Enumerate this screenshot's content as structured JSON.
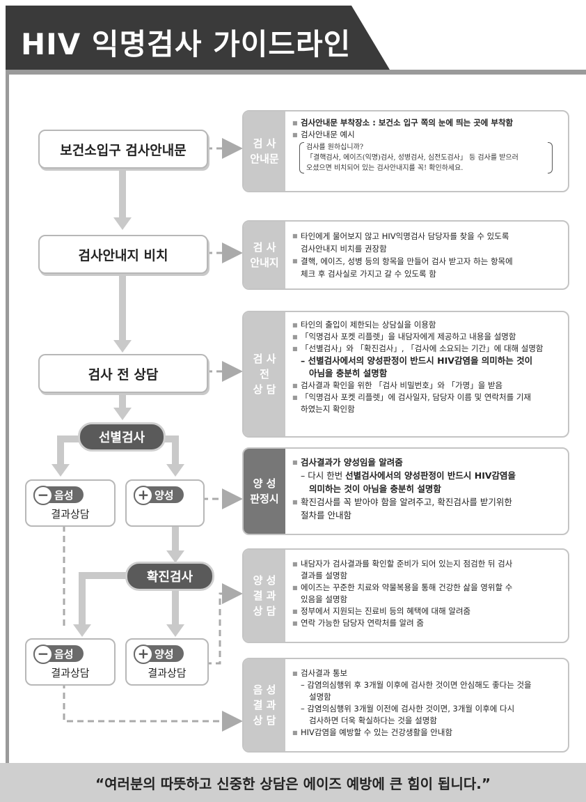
{
  "title": "HIV 익명검사 가이드라인",
  "colors": {
    "banner": "#3a3a3a",
    "accent_gray": "#9a9a9a",
    "side_light": "#c9c9c9",
    "side_dark": "#777777"
  },
  "flow": {
    "step1": "보건소입구 검사안내문",
    "step2": "검사안내지 비치",
    "step3": "검사 전 상담",
    "screening": "선별검사",
    "confirm": "확진검사",
    "neg1_tag": "음성",
    "neg1_label": "결과상담",
    "pos1_tag": "양성",
    "neg2_tag": "음성",
    "neg2_label": "결과상담",
    "pos2_tag": "양성",
    "pos2_label": "결과상담",
    "minus_symbol": "−",
    "plus_symbol": "+"
  },
  "panels": {
    "p1": {
      "side": [
        "검 사",
        "안내문"
      ],
      "b1": "검사안내문 부착장소 : 보건소 입구 쪽의 눈에 띄는 곳에 부착함",
      "b2": "검사안내문 예시",
      "ex1": "검사를 원하십니까?",
      "ex2": "「결핵검사, 에이즈(익명)검사, 성병검사, 심전도검사」 등 검사를 받으러",
      "ex3": "오셨으면 비치되어 있는 검사안내지를 꼭! 확인하세요."
    },
    "p2": {
      "side": [
        "검 사",
        "안내지"
      ],
      "b1": "타인에게 물어보지 않고 HIV익명검사 담당자를 찾을 수 있도록",
      "b1b": "검사안내지 비치를 권장함",
      "b2": "결핵, 에이즈, 성병 등의 항목을 만들어 검사 받고자 하는 항목에",
      "b2b": "체크 후 검사실로 가지고 갈 수 있도록 함"
    },
    "p3": {
      "side": [
        "검 사",
        "전",
        "상 담"
      ],
      "b1": "타인의 출입이 제한되는 상담실을 이용함",
      "b2": "「익명검사 포켓 리플렛」을 내담자에게 제공하고 내용을 설명함",
      "b3": "「선별검사」와 「확진검사」, 「검사에 소요되는 기간」에 대해 설명함",
      "b3s1": "– 선별검사에서의 양성판정이 반드시 HIV감염을 의미하는 것이",
      "b3s2": "아님을 충분히 설명함",
      "b4": "검사결과 확인을 위한 「검사 비밀번호」와 「가명」을 받음",
      "b5": "「익명검사 포켓 리플렛」에 검사일자, 담당자 이름 및 연락처를 기재",
      "b5b": "하였는지 확인함"
    },
    "p4": {
      "side": [
        "양 성",
        "판정시"
      ],
      "b1": "검사결과가 양성임을 알려줌",
      "s1a": "– 다시 한번 ",
      "s1b": "선별검사에서의 양성판정이 반드시 HIV감염을",
      "s1c": "의미하는 것이 아님을 충분히 설명함",
      "b2": "확진검사를 꼭 받아야 함을 알려주고, 확진검사를 받기위한",
      "b2b": "절차를 안내함"
    },
    "p5": {
      "side": [
        "양 성",
        "결 과",
        "상 담"
      ],
      "b1": "내담자가 검사결과를 확인할 준비가 되어 있는지 점검한 뒤 검사",
      "b1b": "결과를 설명함",
      "b2": "에이즈는 꾸준한 치료와 약물복용을 통해 건강한 삶을 영위할 수",
      "b2b": "있음을 설명함",
      "b3": "정부에서 지원되는 진료비 등의 혜택에 대해 알려줌",
      "b4": "연락 가능한 담당자 연락처를 알려 줌"
    },
    "p6": {
      "side": [
        "음 성",
        "결 과",
        "상 담"
      ],
      "b1": "검사결과 통보",
      "s1": "– 감염의심행위 후 3개월 이후에 검사한 것이면 안심해도 좋다는 것을",
      "s1b": "설명함",
      "s2": "– 감염의심행위 3개월 이전에 검사한 것이면, 3개월 이후에 다시",
      "s2b": "검사하면 더욱 확실하다는 것을 설명함",
      "b2": "HIV감염을 예방할 수 있는 건강생활을 안내함"
    }
  },
  "footer": "“여러분의 따뜻하고 신중한 상담은 에이즈 예방에 큰 힘이 됩니다.”"
}
